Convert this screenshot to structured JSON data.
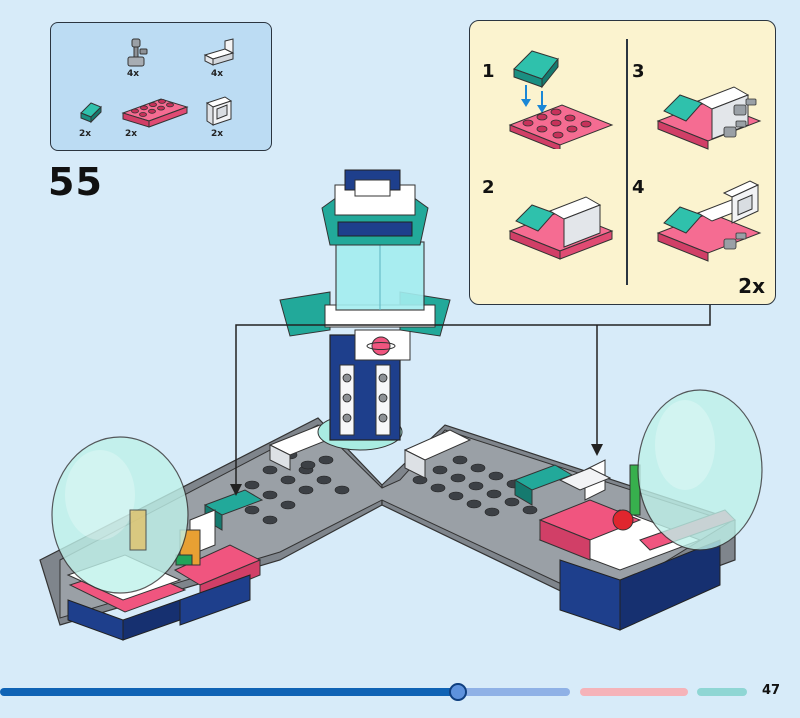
{
  "parts_list": {
    "items": [
      {
        "name": "bar-holder-clip-icon",
        "qty": "4x"
      },
      {
        "name": "white-bracket-icon",
        "qty": "4x"
      },
      {
        "name": "teal-slope-icon",
        "qty": "2x"
      },
      {
        "name": "pink-plate-2x4-icon",
        "qty": "2x"
      },
      {
        "name": "white-window-frame-icon",
        "qty": "2x"
      }
    ]
  },
  "step": {
    "number": "55"
  },
  "substeps": {
    "labels": [
      "1",
      "2",
      "3",
      "4"
    ],
    "multiplier": "2x"
  },
  "colors": {
    "background": "#d7ebf9",
    "parts_panel": "#bcdcf3",
    "substep_panel": "#fbf3cf",
    "pink": "#f0557f",
    "teal": "#22a99a",
    "dark_blue": "#1e3f8c",
    "grey": "#8d9196"
  },
  "progress": {
    "fraction": 0.57
  },
  "page": {
    "number": "47"
  }
}
